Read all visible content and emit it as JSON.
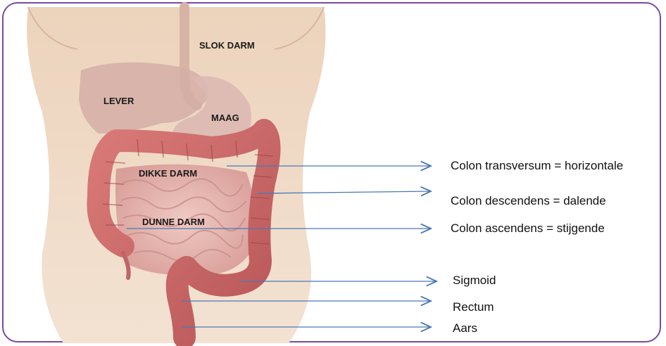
{
  "organ_labels": {
    "esophagus": "SLOK DARM",
    "liver": "LEVER",
    "stomach": "MAAG",
    "large_intestine": "DIKKE DARM",
    "small_intestine": "DUNNE DARM"
  },
  "annotations": {
    "colon_transversum": "Colon transversum = horizontale",
    "colon_descendens": "Colon descendens = dalende",
    "colon_ascendens": "Colon ascendens = stijgende",
    "sigmoid": "Sigmoid",
    "rectum": "Rectum",
    "anus": "Aars"
  },
  "colors": {
    "frame": "#7a4aa0",
    "arrow": "#4a78b8",
    "skin": "#e8cbb0",
    "colon": "#c9676a",
    "small_intestine": "#e6b7b3",
    "liver": "#cfa79f"
  }
}
